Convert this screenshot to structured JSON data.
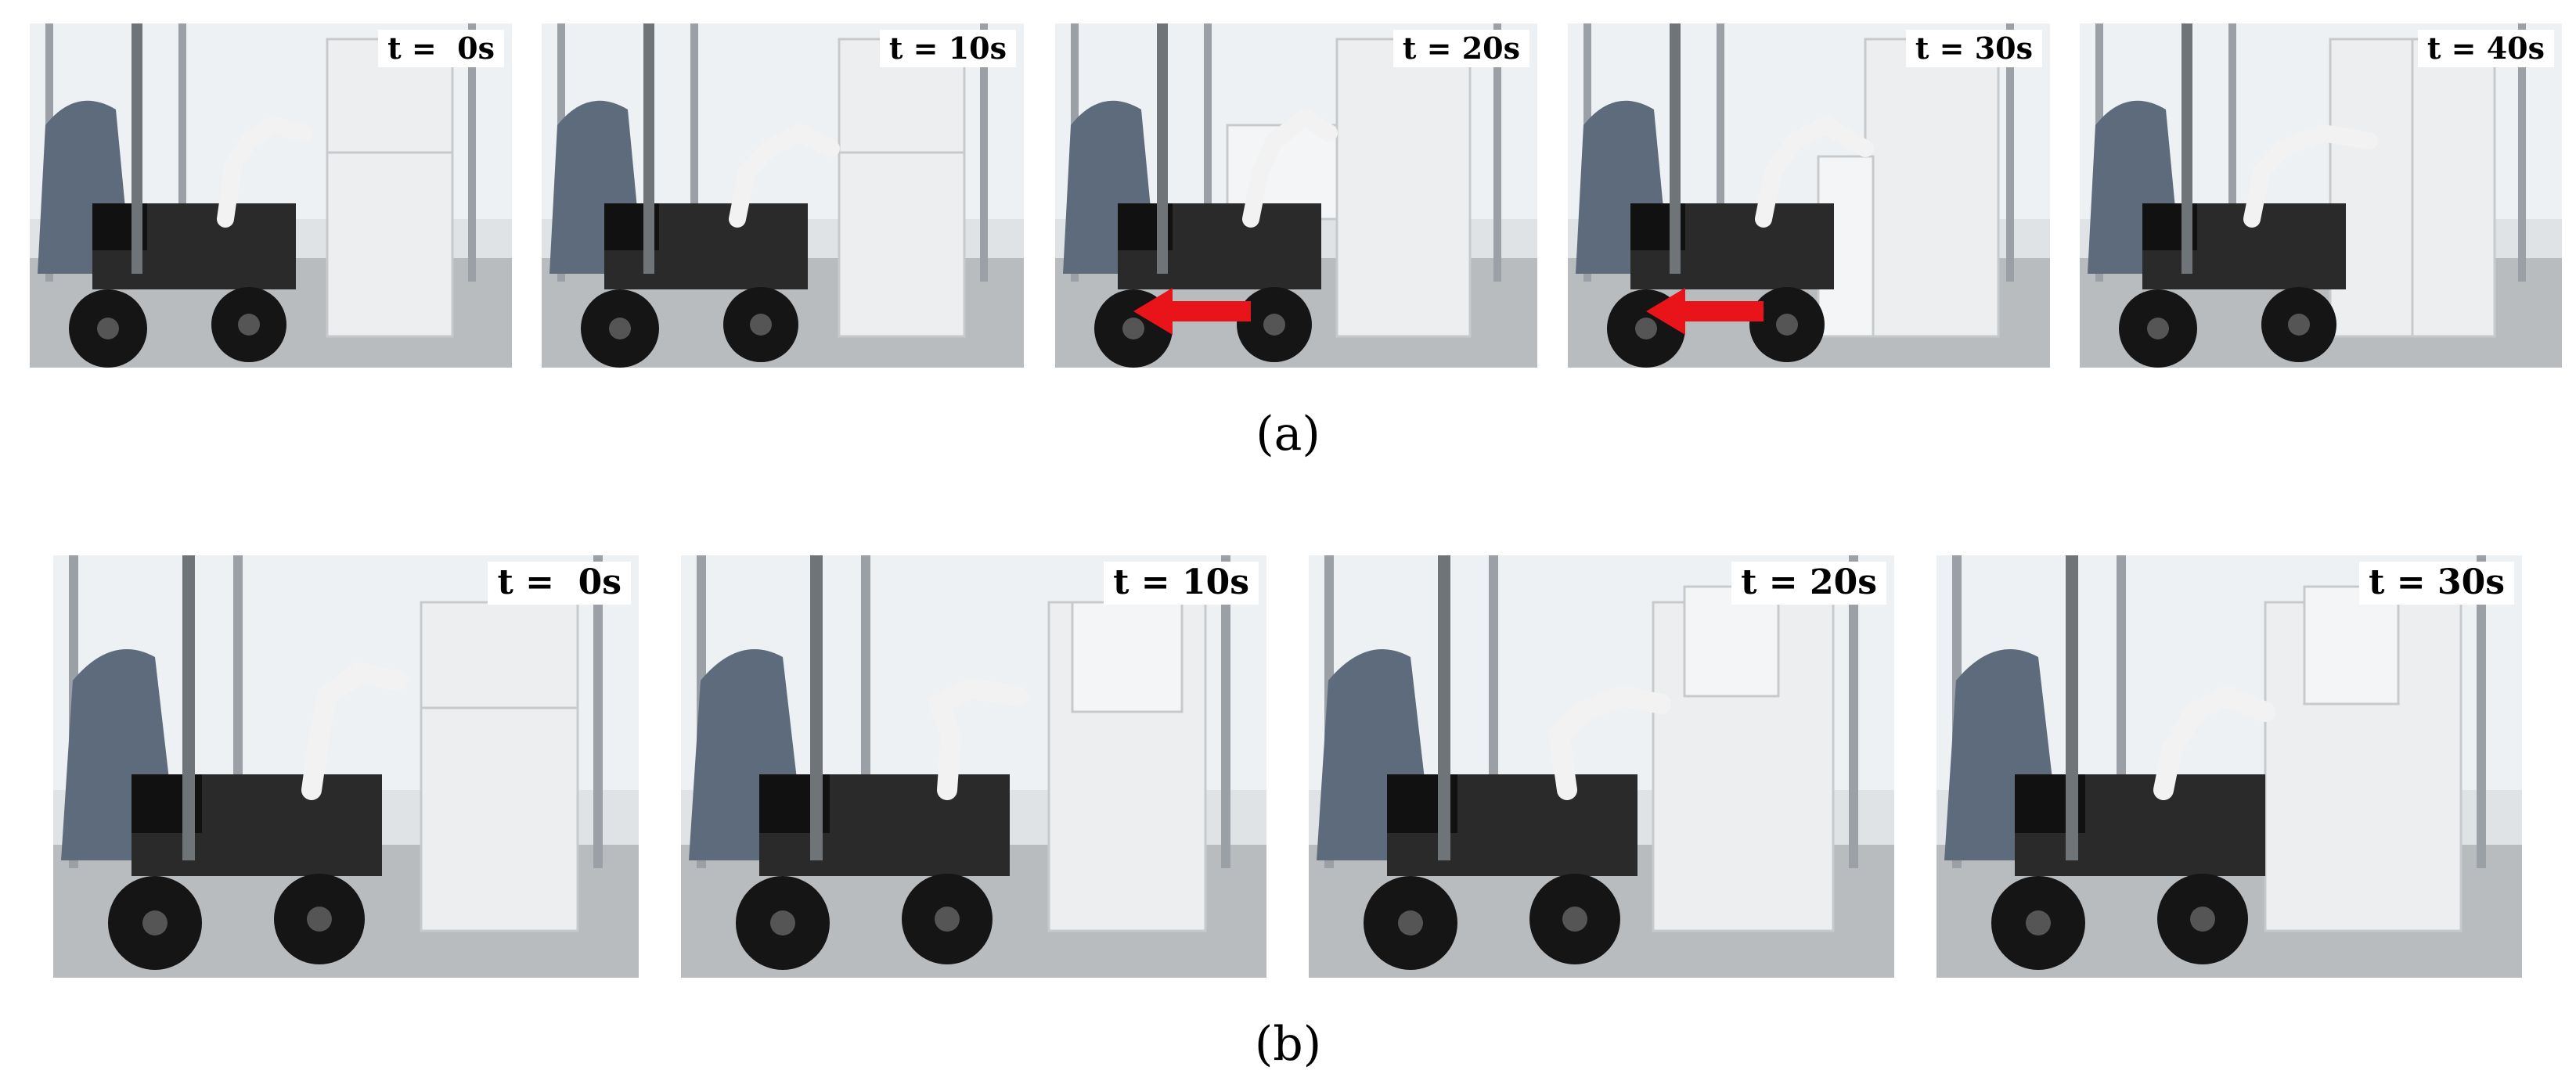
{
  "rows": [
    {
      "caption": "(a)",
      "frames": [
        {
          "label": "t =  0s",
          "arrow": false
        },
        {
          "label": "t = 10s",
          "arrow": false
        },
        {
          "label": "t = 20s",
          "arrow": true
        },
        {
          "label": "t = 30s",
          "arrow": true
        },
        {
          "label": "t = 40s",
          "arrow": false
        }
      ]
    },
    {
      "caption": "(b)",
      "frames": [
        {
          "label": "t =  0s",
          "arrow": false
        },
        {
          "label": "t = 10s",
          "arrow": false
        },
        {
          "label": "t = 20s",
          "arrow": false
        },
        {
          "label": "t = 30s",
          "arrow": false
        }
      ]
    }
  ],
  "colors": {
    "arrow": "#e8141a",
    "background": "#ffffff",
    "fridge": "#eceeef",
    "robot_base": "#1a1a1a",
    "tarp": "#5d6b7c"
  }
}
